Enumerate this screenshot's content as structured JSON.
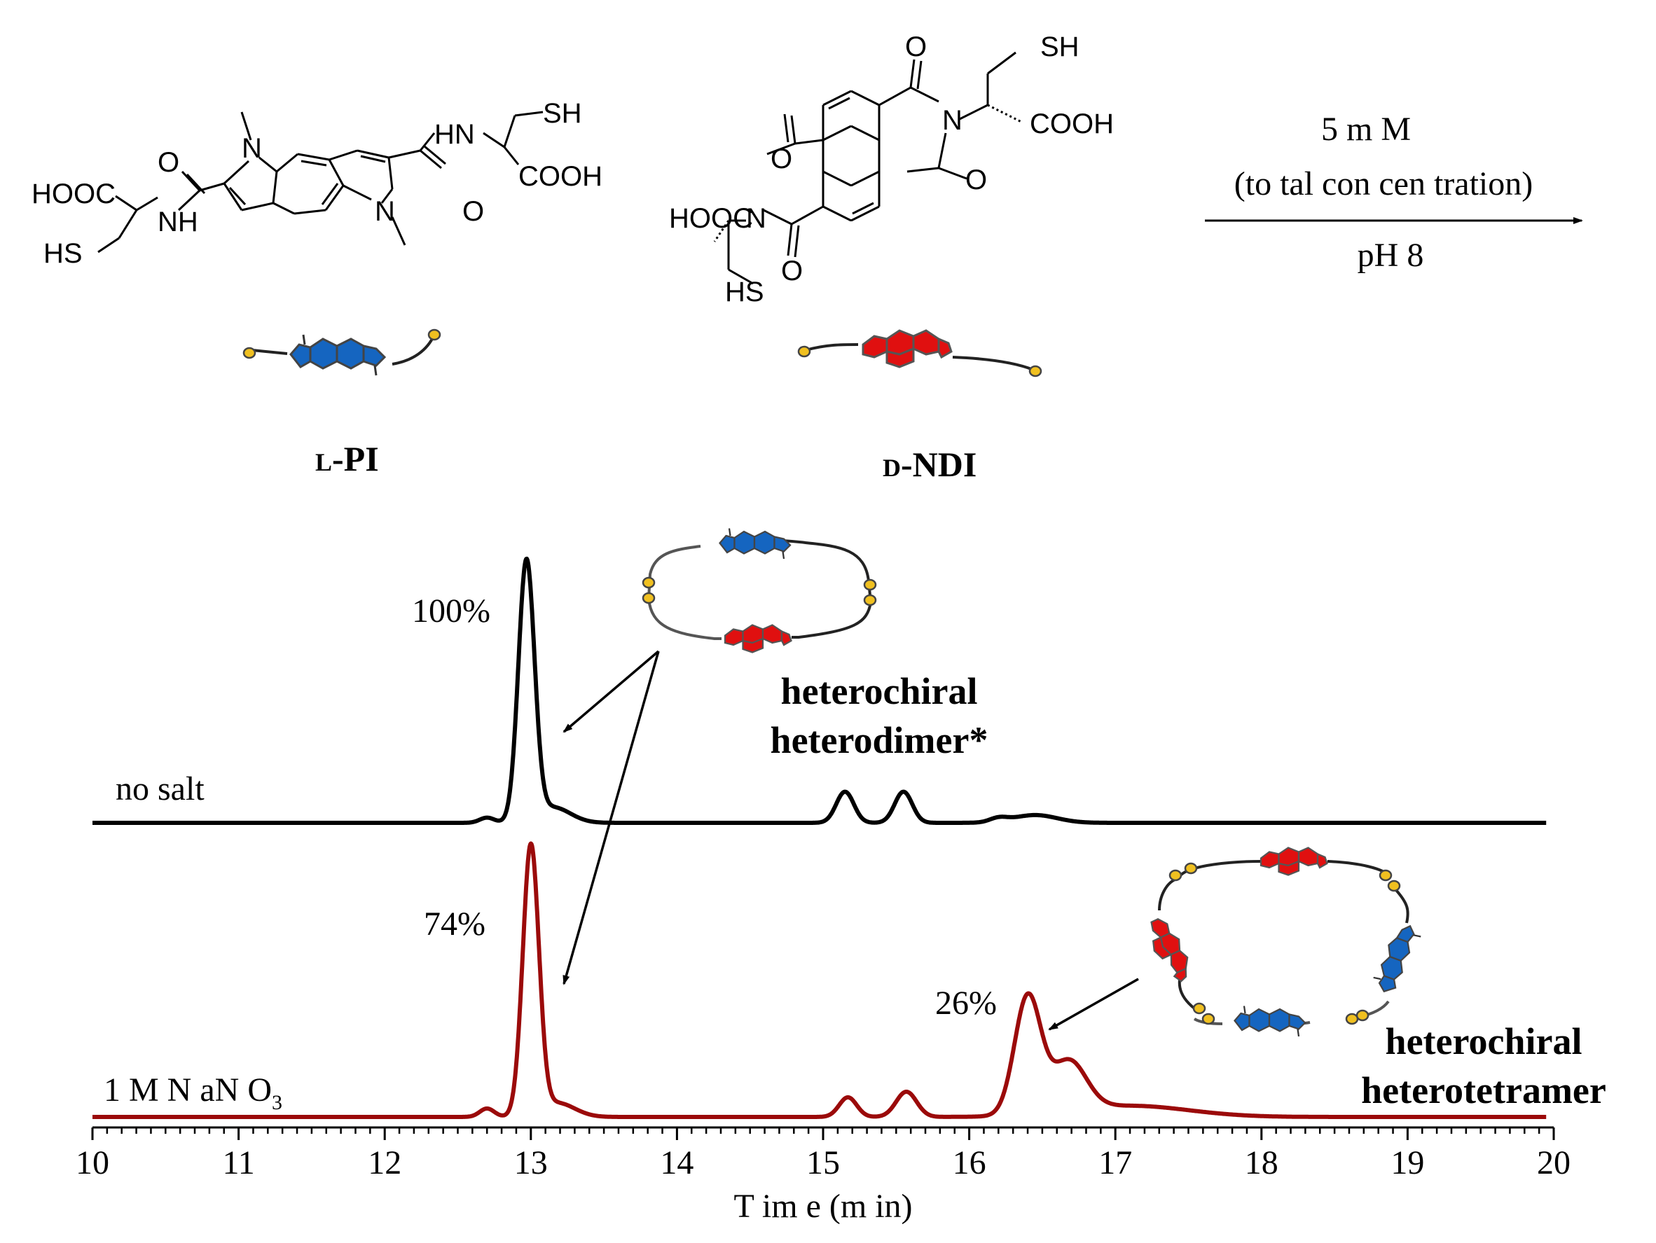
{
  "scheme": {
    "compound1": {
      "label_prefix": "L",
      "label_name": "PI",
      "atoms": {
        "hooc": "HOOC",
        "nh": "NH",
        "hs": "HS",
        "n1": "N",
        "n2": "N",
        "hn": "HN",
        "sh": "SH",
        "cooh": "COOH",
        "o1": "O",
        "o2": "O"
      }
    },
    "compound2": {
      "label_prefix": "D",
      "label_name": "NDI",
      "atoms": {
        "sh": "SH",
        "n_top": "N",
        "cooh": "COOH",
        "o1": "O",
        "o2": "O",
        "o3": "O",
        "o4": "O",
        "hooc": "HOOC",
        "n_bot": "N",
        "hs": "HS"
      }
    },
    "condition_top": "5 m M",
    "condition_mid": "(to tal con cen tration)",
    "condition_bottom": "pH  8"
  },
  "chart_data": {
    "type": "line",
    "title": "",
    "xlabel": "T im e (m in)",
    "ylabel": "",
    "xlim": [
      10,
      20
    ],
    "x_ticks": [
      "10",
      "11",
      "12",
      "13",
      "14",
      "15",
      "16",
      "17",
      "18",
      "19",
      "20"
    ],
    "grid": false,
    "series": [
      {
        "name": "no salt",
        "color": "#000000",
        "baseline": 0,
        "peaks": [
          {
            "x": 12.7,
            "height": 0.02,
            "width": 0.05
          },
          {
            "x": 12.97,
            "height": 1.0,
            "width": 0.055
          },
          {
            "x": 13.15,
            "height": 0.06,
            "width": 0.12
          },
          {
            "x": 15.15,
            "height": 0.12,
            "width": 0.06
          },
          {
            "x": 15.55,
            "height": 0.12,
            "width": 0.06
          },
          {
            "x": 16.2,
            "height": 0.015,
            "width": 0.06
          },
          {
            "x": 16.45,
            "height": 0.03,
            "width": 0.15
          }
        ],
        "annotations": [
          {
            "x": 12.97,
            "label": "100%"
          }
        ]
      },
      {
        "name": "1 M  N aN O",
        "name_subscript": "3",
        "color": "#9b0a0a",
        "baseline": 0,
        "peaks": [
          {
            "x": 12.7,
            "height": 0.03,
            "width": 0.05
          },
          {
            "x": 13.0,
            "height": 0.96,
            "width": 0.055
          },
          {
            "x": 13.18,
            "height": 0.05,
            "width": 0.12
          },
          {
            "x": 15.17,
            "height": 0.07,
            "width": 0.06
          },
          {
            "x": 15.57,
            "height": 0.09,
            "width": 0.07
          },
          {
            "x": 16.4,
            "height": 0.42,
            "width": 0.09
          },
          {
            "x": 16.68,
            "height": 0.18,
            "width": 0.12
          },
          {
            "x": 17.1,
            "height": 0.04,
            "width": 0.4
          }
        ],
        "annotations": [
          {
            "x": 13.0,
            "label": "74%"
          },
          {
            "x": 16.4,
            "label": "26%"
          }
        ]
      }
    ],
    "annotations": {
      "dimer_line1": "heterochiral",
      "dimer_line2": "heterodimer*",
      "tetramer_line1": "heterochiral",
      "tetramer_line2": "heterotetramer"
    }
  },
  "colors": {
    "pi_blue": "#1565c0",
    "ndi_red": "#e01010",
    "thiol_yellow": "#f0c020",
    "outline_gray": "#555555"
  }
}
